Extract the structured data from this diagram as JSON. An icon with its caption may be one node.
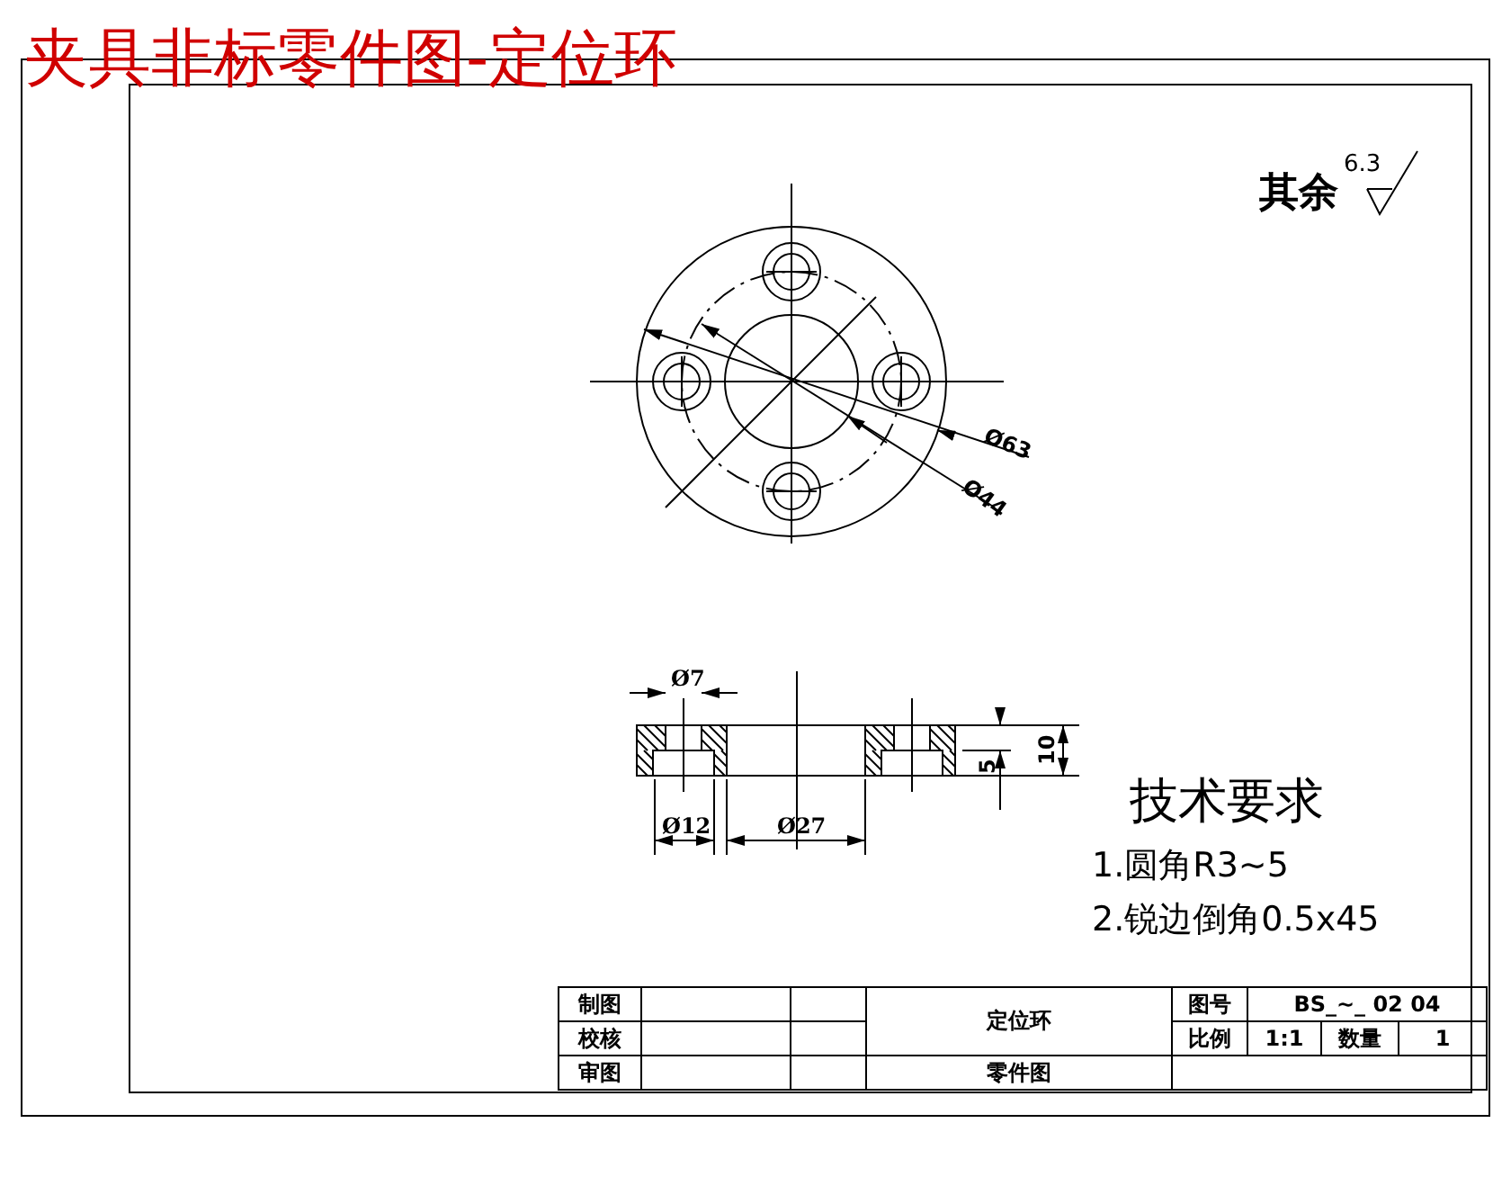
{
  "diagram": {
    "title": "夹具非标零件图-定位环",
    "labels": [
      "其余",
      "6.3",
      "Ø63",
      "Ø44",
      "Ø7",
      "Ø12",
      "Ø27",
      "5",
      "10",
      "技术要求",
      "1.圆角R3~5",
      "2.锐边倒角0.5x45",
      "制图",
      "定位环",
      "图号",
      "BS_~_ 02 04",
      "校核",
      "比例",
      "1:1",
      "数量",
      "1",
      "审图",
      "零件图"
    ]
  }
}
